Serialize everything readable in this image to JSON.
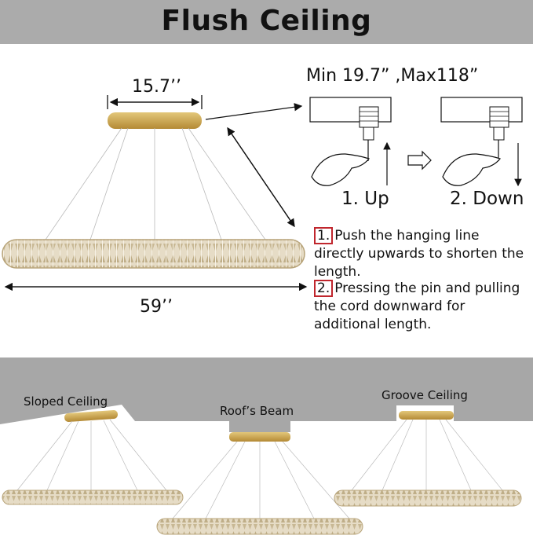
{
  "title": "Flush Ceiling",
  "dimensions": {
    "width_top": "15.7’’",
    "width_bottom": "59’’",
    "cord_range": "Min 19.7” ,Max118”"
  },
  "adjust": {
    "up_label": "1. Up",
    "down_label": "2. Down"
  },
  "steps": [
    {
      "num": "1.",
      "text": "Push the hanging line directly upwards to shorten the length."
    },
    {
      "num": "2.",
      "text": "Pressing the pin and pulling the cord downward for additional length."
    }
  ],
  "ceilings": [
    {
      "label": "Sloped Ceiling"
    },
    {
      "label": "Roof’s Beam"
    },
    {
      "label": "Groove Ceiling"
    }
  ],
  "colors": {
    "banner": "#ababab",
    "gold": "#c9a24a",
    "crystal": "#d9cdb4",
    "ceiling": "#a7a7a7",
    "step_box": "#c0262d"
  }
}
